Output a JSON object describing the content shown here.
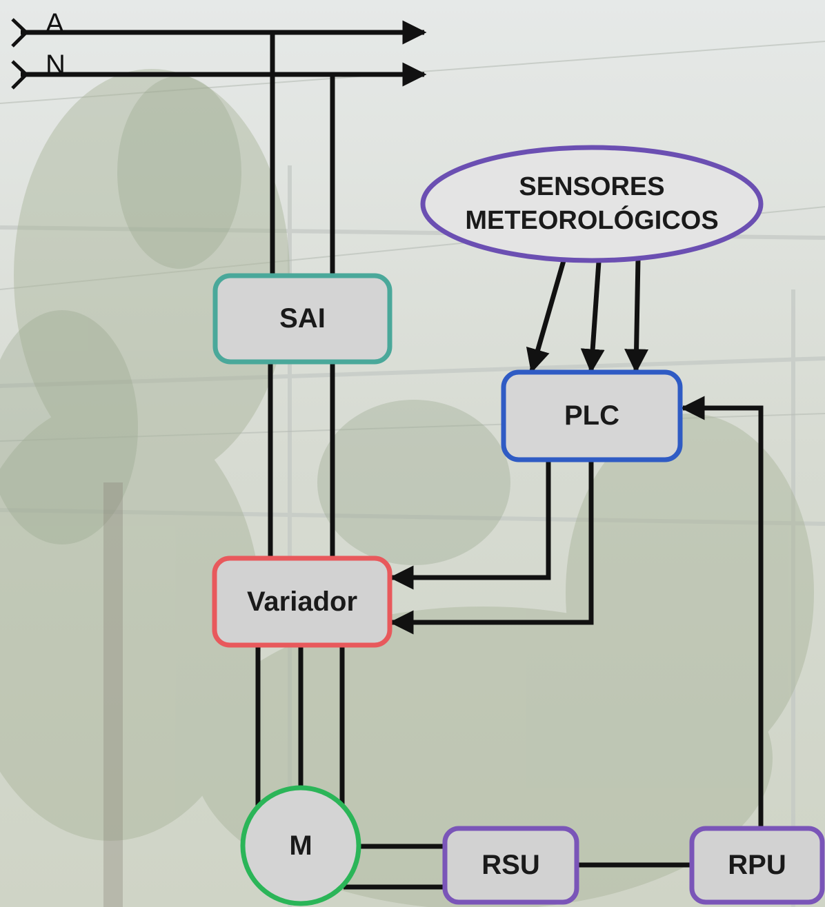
{
  "rails": {
    "line_a_label": "A",
    "line_n_label": "N"
  },
  "nodes": {
    "sai": "SAI",
    "plc": "PLC",
    "variador": "Variador",
    "motor": "M",
    "rsu": "RSU",
    "rpu": "RPU",
    "sensors_line1": "SENSORES",
    "sensors_line2": "METEOROLÓGICOS"
  },
  "colors": {
    "sai_border": "#4aa89a",
    "plc_border": "#2f5bc4",
    "variador_border": "#e8595c",
    "motor_border": "#2bb558",
    "rsu_border": "#7a55b8",
    "rpu_border": "#7a55b8",
    "sensors_border": "#6b4fb2",
    "wire": "#111111"
  }
}
